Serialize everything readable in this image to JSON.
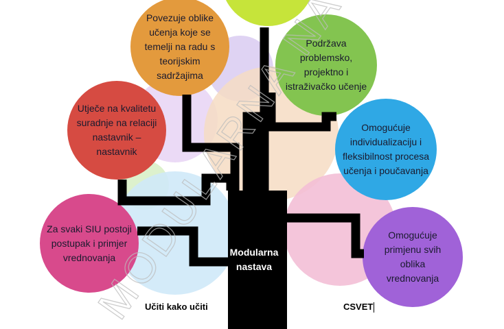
{
  "trunk": {
    "label": "Modularna\nnastava"
  },
  "nodes": [
    {
      "id": "top",
      "text": "",
      "color": "#c6e43a"
    },
    {
      "id": "povezuje",
      "text": "Povezuje oblike\nučenja koje se\ntemelji na radu s\nteorijskim\nsadržajima",
      "color": "#e39a3d"
    },
    {
      "id": "podrzava",
      "text": "Podržava\nproblemsko,\nprojektno  i\nistraživačko učenje",
      "color": "#83c450"
    },
    {
      "id": "utjece",
      "text": "Utječe na kvalitetu\nsuradnje na relaciji\nnastavnik –\nnastavnik",
      "color": "#d64b42"
    },
    {
      "id": "omogucuje-ind",
      "text": "Omogućuje\nindividualizaciju i\nfleksibilnost procesa\nučenja i poučavanja",
      "color": "#2fa8e5"
    },
    {
      "id": "siu",
      "text": "Za svaki SIU postoji\npostupak  i primjer\nvrednovanja",
      "color": "#d84a8c"
    },
    {
      "id": "omogucuje-vred",
      "text": "Omogućuje\nprimjenu svih\noblika\nvrednovanja",
      "color": "#a062d8"
    }
  ],
  "captions": {
    "left": "Učiti kako učiti",
    "right": "CSVET"
  },
  "watermark": "MODULARNA NASTAVA",
  "colors": {
    "trunk": "#000000",
    "background": "#ffffff"
  }
}
